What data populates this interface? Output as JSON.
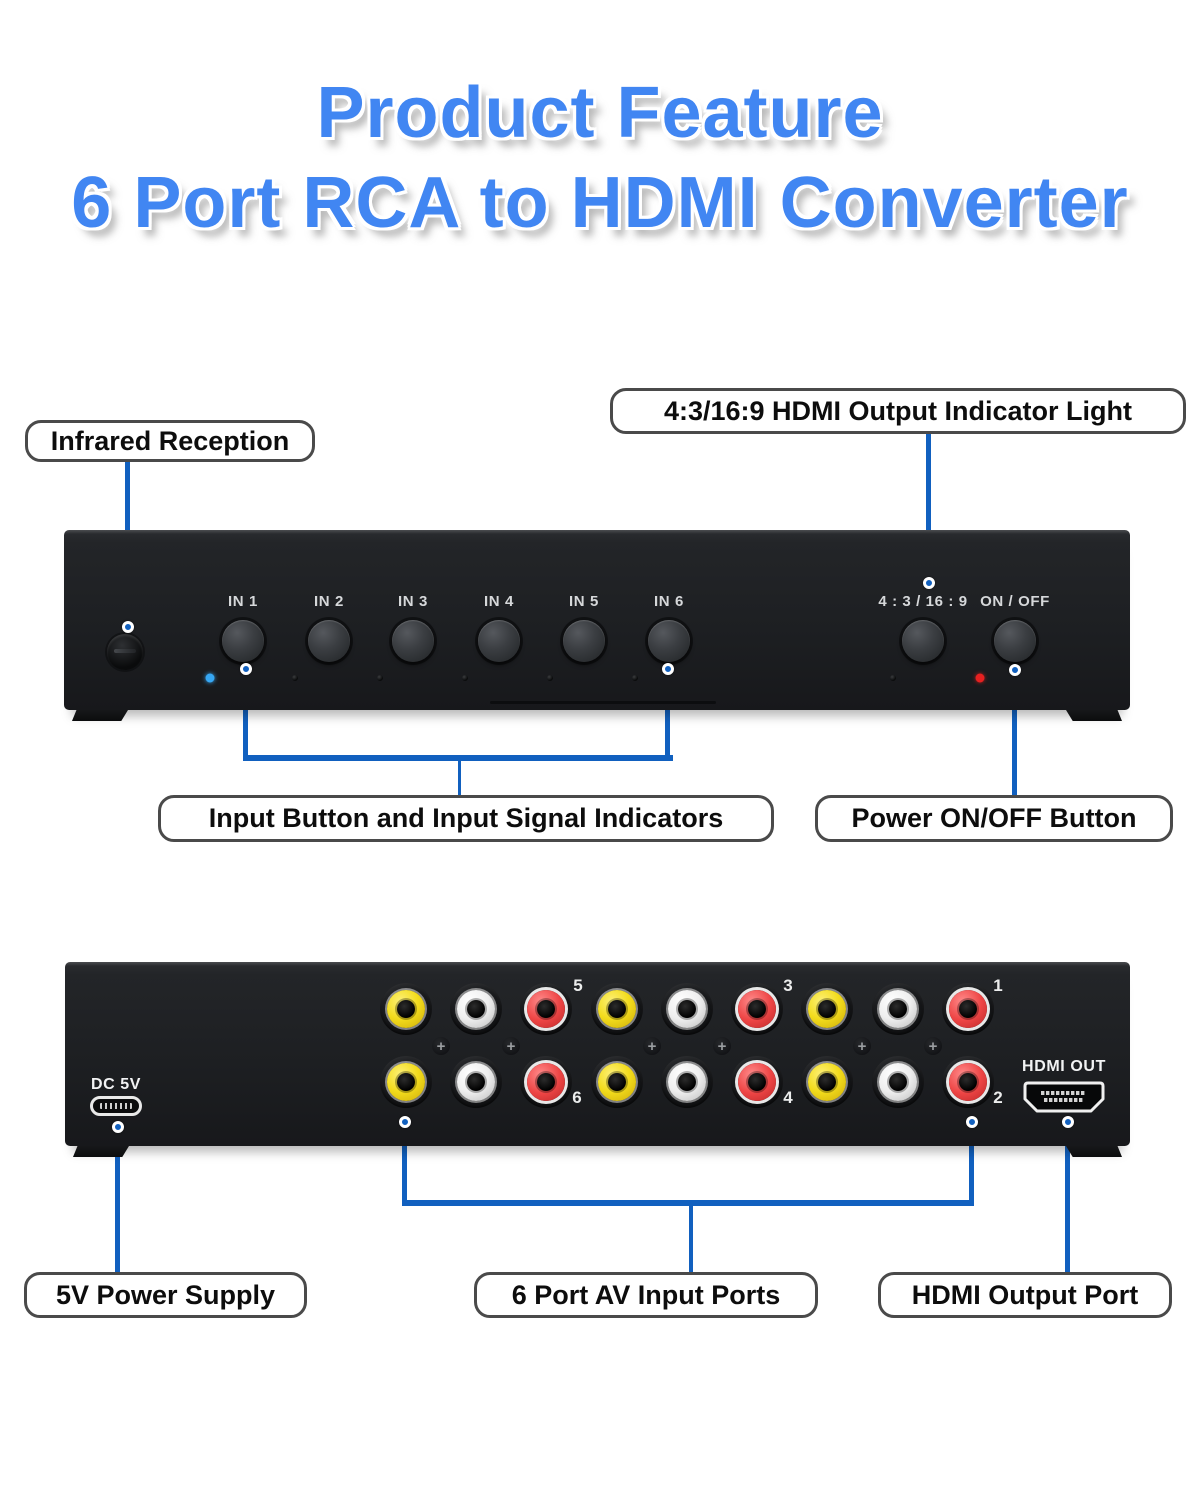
{
  "title": {
    "line1": "Product Feature",
    "line2": "6 Port RCA to HDMI Converter"
  },
  "callouts": {
    "infrared_reception": "Infrared Reception",
    "output_indicator": "4:3/16:9 HDMI Output Indicator Light",
    "input_buttons": "Input Button and Input Signal Indicators",
    "power_button": "Power ON/OFF Button",
    "power_supply": "5V Power Supply",
    "av_input_ports": "6 Port AV Input Ports",
    "hdmi_output": "HDMI Output Port"
  },
  "front_panel": {
    "input_buttons": [
      {
        "label": "IN 1"
      },
      {
        "label": "IN 2"
      },
      {
        "label": "IN 3"
      },
      {
        "label": "IN 4"
      },
      {
        "label": "IN 5"
      },
      {
        "label": "IN 6"
      }
    ],
    "aspect_button_label": "4 : 3 / 16 : 9",
    "power_button_label": "ON / OFF"
  },
  "back_panel": {
    "dc_port_label": "DC 5V",
    "hdmi_port_label": "HDMI OUT",
    "input_numbers_top": [
      "5",
      "3",
      "1"
    ],
    "input_numbers_bottom": [
      "6",
      "4",
      "2"
    ]
  },
  "colors": {
    "title_blue": "#4186f2",
    "callout_line_blue": "#1160bf",
    "pill_border": "#4a4a4a",
    "signal_indicator_blue": "#36a7f4",
    "power_indicator_red": "#e62020",
    "rca_yellow": "#f3dc1c",
    "rca_white": "#efefef",
    "rca_red": "#ee4545"
  }
}
